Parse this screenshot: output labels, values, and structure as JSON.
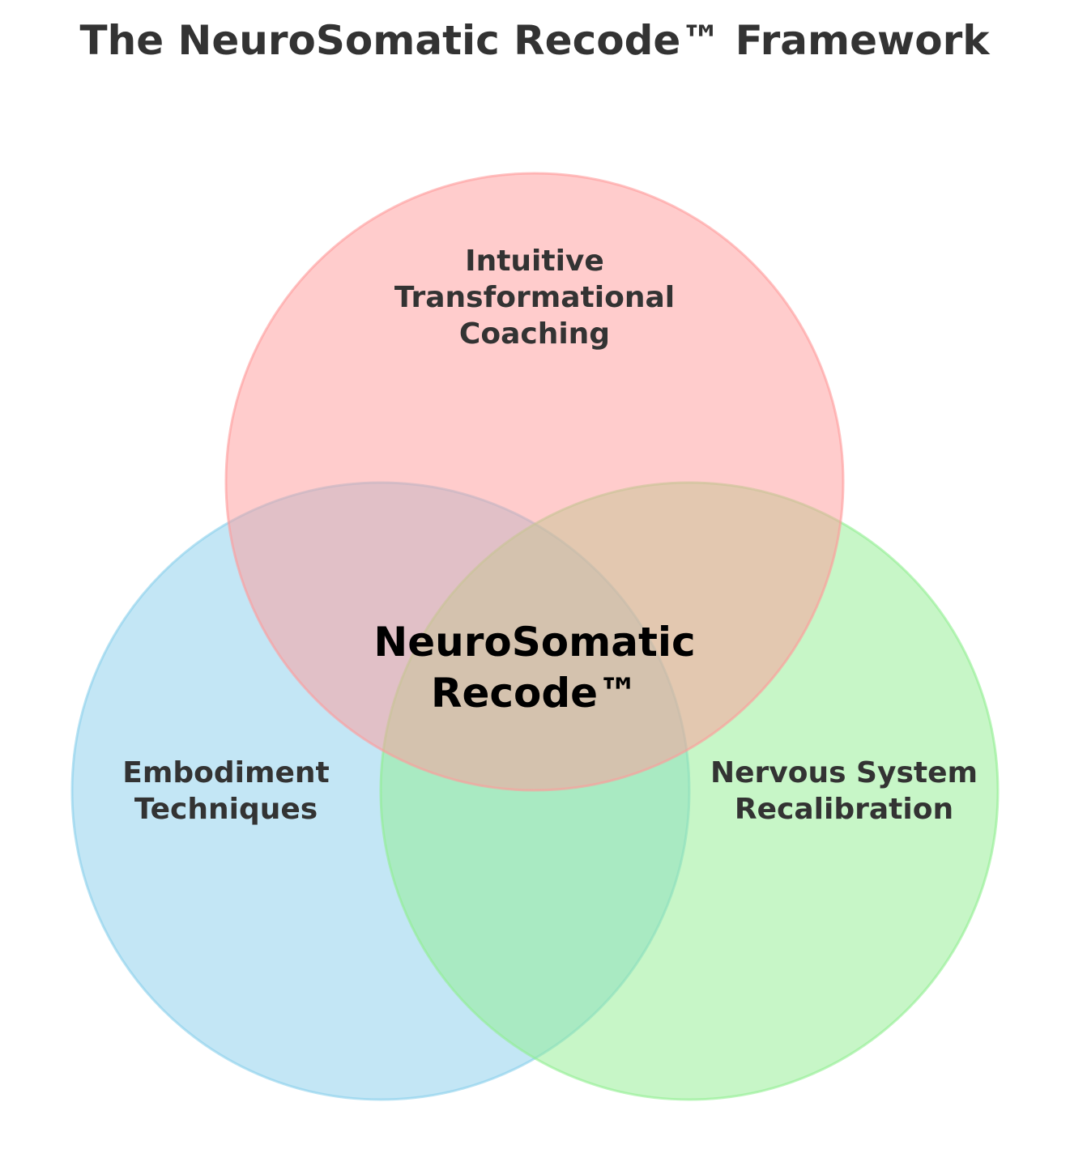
{
  "title": "The NeuroSomatic Recode™ Framework",
  "sets": [
    {
      "lines": [
        "Intuitive",
        "Transformational",
        "Coaching"
      ],
      "fill": "#ff9999",
      "stroke": "#ff9999"
    },
    {
      "lines": [
        "Embodiment",
        "Techniques"
      ],
      "fill": "#87ceeb",
      "stroke": "#87ceeb"
    },
    {
      "lines": [
        "Nervous System",
        "Recalibration"
      ],
      "fill": "#90ee90",
      "stroke": "#90ee90"
    }
  ],
  "center": {
    "lines": [
      "NeuroSomatic",
      "Recode™"
    ]
  }
}
